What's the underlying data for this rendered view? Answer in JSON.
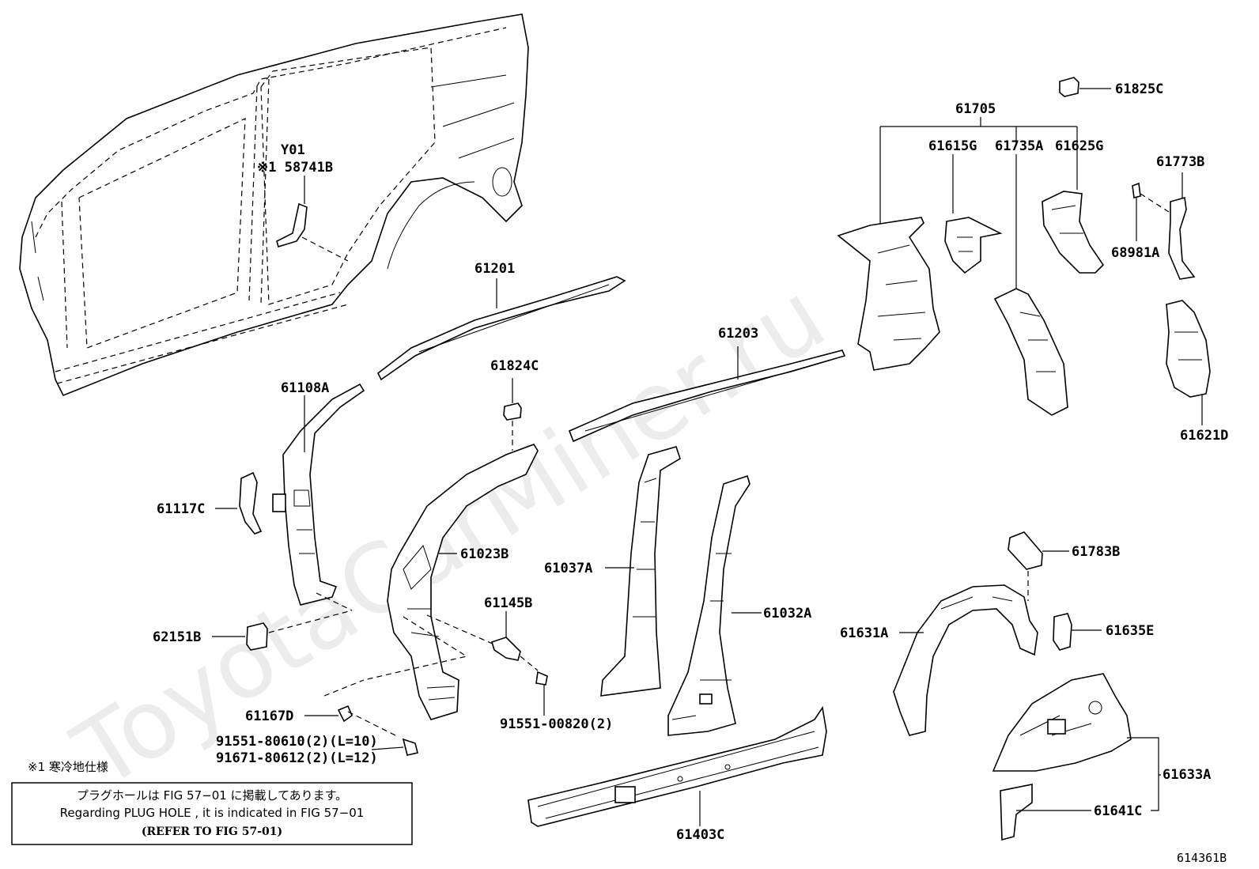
{
  "watermark": "ToyotaCarMiner.ru",
  "figure_id": "614361B",
  "callouts": {
    "y01": "Y01",
    "p58741b": "※1 58741B",
    "p61201": "61201",
    "p61108a": "61108A",
    "p61117c": "61117C",
    "p62151b": "62151B",
    "p61824c": "61824C",
    "p61023b": "61023B",
    "p61145b": "61145B",
    "p61167d": "61167D",
    "p91551_80610": "91551-80610(2)(L=10)",
    "p91671_80612": "91671-80612(2)(L=12)",
    "p91551_00820": "91551-00820(2)",
    "p61203": "61203",
    "p61037a": "61037A",
    "p61032a": "61032A",
    "p61403c": "61403C",
    "p61705": "61705",
    "p61615g": "61615G",
    "p61735a": "61735A",
    "p61625g": "61625G",
    "p61825c": "61825C",
    "p61773b": "61773B",
    "p68981a": "68981A",
    "p61621d": "61621D",
    "p61783b": "61783B",
    "p61635e": "61635E",
    "p61631a": "61631A",
    "p61633a": "61633A",
    "p61641c": "61641C"
  },
  "notes": {
    "cold_spec": "※1 寒冷地仕様",
    "box_line1": "プラグホールは FIG 57−01 に掲載してあります。",
    "box_line2": "Regarding  PLUG  HOLE , it is indicated in FIG  57−01",
    "box_line3": "(REFER TO FIG 57-01)"
  }
}
